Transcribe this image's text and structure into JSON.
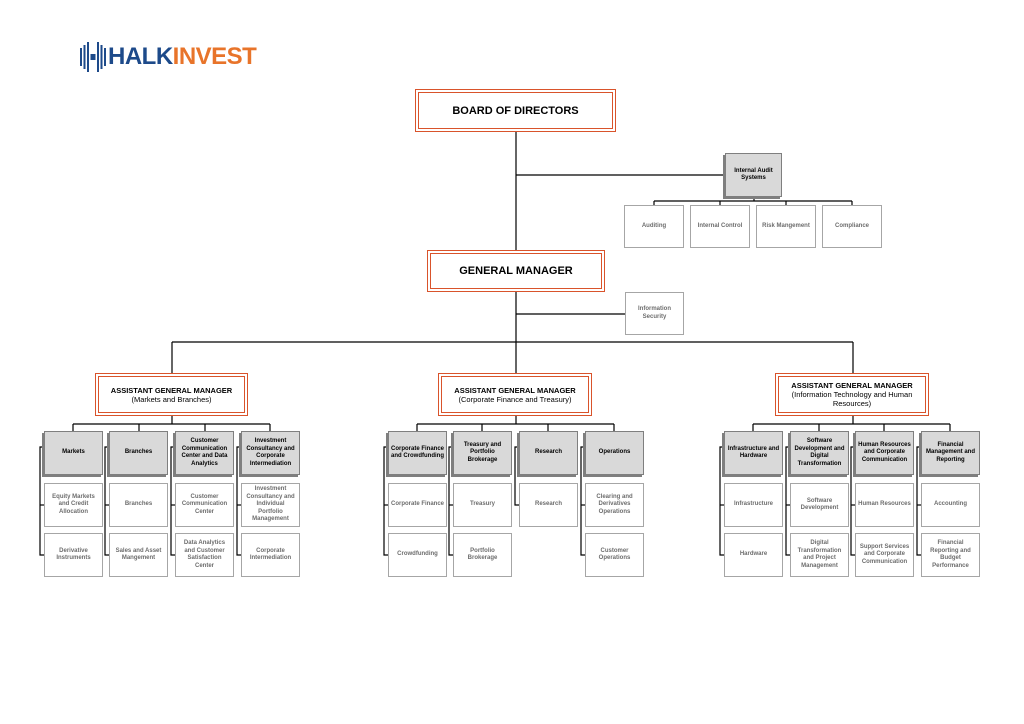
{
  "logo": {
    "part1": "HALK",
    "part2": "INVEST"
  },
  "board": "BOARD OF DIRECTORS",
  "audit": {
    "title": "Internal Audit Systems",
    "units": [
      "Auditing",
      "Internal Control",
      "Risk Mangement",
      "Compliance"
    ]
  },
  "gm": "GENERAL MANAGER",
  "infosec": "Information Security",
  "agm": [
    {
      "title": "ASSISTANT GENERAL MANAGER",
      "subtitle": "(Markets and Branches)",
      "departments": [
        {
          "name": "Markets",
          "units": [
            "Equity Markets and Credit Allocation",
            "Derivative Instruments"
          ]
        },
        {
          "name": "Branches",
          "units": [
            "Branches",
            "Sales and Asset Mangement"
          ]
        },
        {
          "name": "Customer Communication Center and Data Analytics",
          "units": [
            "Customer Communication Center",
            "Data Analytics and Customer Satisfaction Center"
          ]
        },
        {
          "name": "Investment Consultancy and Corporate Intermediation",
          "units": [
            "Investment Consultancy and Individual Portfolio Management",
            "Corporate Intermediation"
          ]
        }
      ]
    },
    {
      "title": "ASSISTANT GENERAL MANAGER",
      "subtitle": "(Corporate Finance and Treasury)",
      "departments": [
        {
          "name": "Corporate Finance and Crowdfunding",
          "units": [
            "Corporate Finance",
            "Crowdfunding"
          ]
        },
        {
          "name": "Treasury and Portfolio Brokerage",
          "units": [
            "Treasury",
            "Portfolio Brokerage"
          ]
        },
        {
          "name": "Research",
          "units": [
            "Research"
          ]
        },
        {
          "name": "Operations",
          "units": [
            "Clearing and Derivatives Operations",
            "Customer Operations"
          ]
        }
      ]
    },
    {
      "title": "ASSISTANT GENERAL MANAGER",
      "subtitle": "(Information Technology and Human Resources)",
      "departments": [
        {
          "name": "Infrastructure and Hardware",
          "units": [
            "Infrastructure",
            "Hardware"
          ]
        },
        {
          "name": "Software Development and Digital Transformation",
          "units": [
            "Software Development",
            "Digital Transformation and Project Management"
          ]
        },
        {
          "name": "Human Resources and Corporate Communication",
          "units": [
            "Human Resources",
            "Support Services and Corporate Communication"
          ]
        },
        {
          "name": "Financial Management and Reporting",
          "units": [
            "Accounting",
            "Financial Reporting and Budget Performance"
          ]
        }
      ]
    }
  ]
}
